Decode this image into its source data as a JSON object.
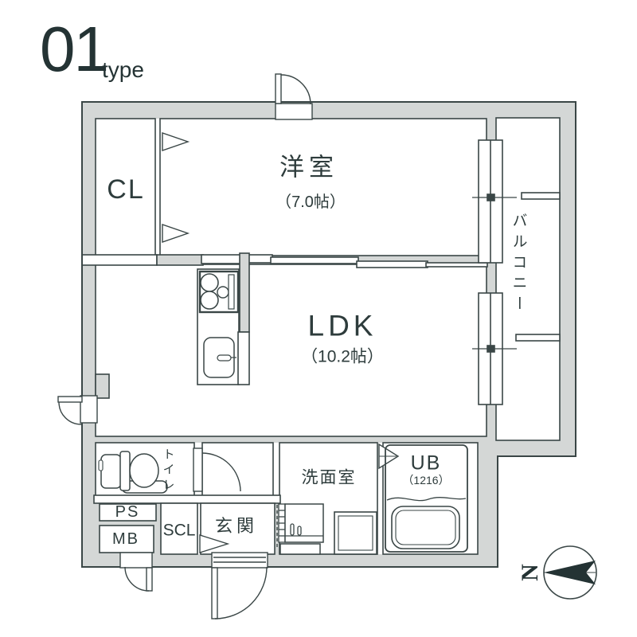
{
  "title": {
    "number": "01",
    "suffix": "type"
  },
  "colors": {
    "wall_fill": "#d4d7d6",
    "line": "#3a4646",
    "text": "#2e3c3c",
    "accent_dark": "#243334"
  },
  "rooms": {
    "western_room": {
      "label": "洋室",
      "size": "（7.0帖）"
    },
    "closet": {
      "label": "CL"
    },
    "ldk": {
      "label": "LDK",
      "size": "（10.2帖）"
    },
    "balcony": {
      "label": "バルコニー"
    },
    "toilet": {
      "label": "トイレ"
    },
    "washroom": {
      "label": "洗面室"
    },
    "unit_bath": {
      "label": "UB",
      "size": "（1216）"
    },
    "pipe_space": {
      "label": "PS"
    },
    "meter_box": {
      "label": "MB"
    },
    "shoe_closet": {
      "label": "SCL"
    },
    "entrance": {
      "label": "玄関"
    }
  },
  "compass": {
    "label": "N"
  },
  "fixtures": [
    "kitchen-stove",
    "kitchen-sink",
    "toilet-bowl",
    "bathtub",
    "washbasin-vanity",
    "washing-machine-pan"
  ]
}
